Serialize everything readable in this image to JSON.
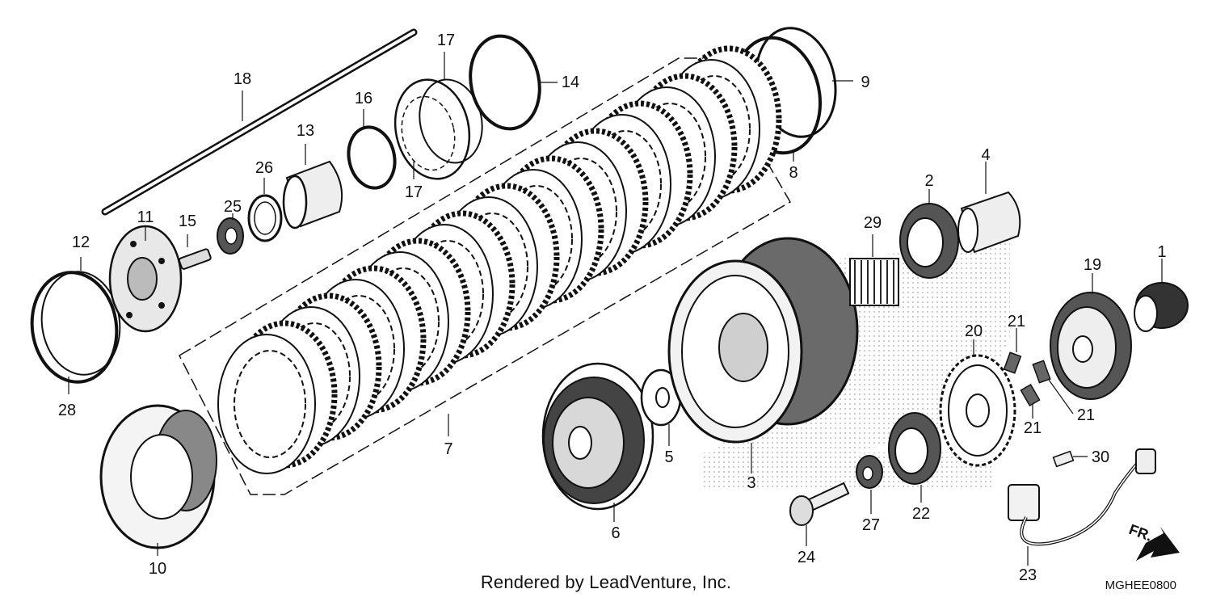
{
  "diagram": {
    "callouts": [
      "1",
      "2",
      "3",
      "4",
      "5",
      "6",
      "7",
      "8",
      "9",
      "10",
      "11",
      "12",
      "13",
      "14",
      "15",
      "16",
      "17",
      "17",
      "18",
      "19",
      "20",
      "21",
      "21",
      "21",
      "22",
      "23",
      "24",
      "25",
      "26",
      "27",
      "28",
      "29",
      "30"
    ],
    "front_label": "FR.",
    "footer": "Rendered by LeadVenture, Inc.",
    "code": "MGHEE0800"
  }
}
